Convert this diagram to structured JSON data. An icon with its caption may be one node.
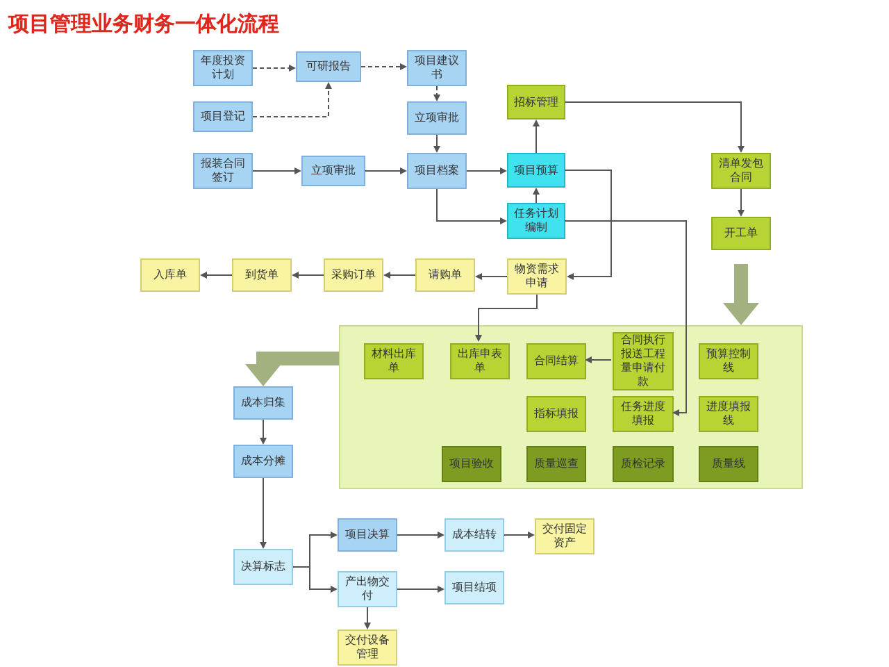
{
  "diagram": {
    "title": "项目管理业务财务一体化流程",
    "nodes": [
      {
        "text": [
          "年度投资计划"
        ]
      },
      {
        "text": [
          "可研报告"
        ]
      },
      {
        "text": [
          "项目建议书"
        ]
      },
      {
        "text": [
          "项目登记"
        ]
      },
      {
        "text": [
          "立项审批"
        ]
      },
      {
        "text": [
          "报装合同签订"
        ]
      },
      {
        "text": [
          "立项审批"
        ]
      },
      {
        "text": [
          "项目档案"
        ]
      },
      {
        "text": [
          "招标管理"
        ]
      },
      {
        "text": [
          "项目预算"
        ]
      },
      {
        "text": [
          "任务计划编制"
        ]
      },
      {
        "text": [
          "清单发包合同"
        ]
      },
      {
        "text": [
          "开工单"
        ]
      },
      {
        "text": [
          "物资需求申请"
        ]
      },
      {
        "text": [
          "请购单"
        ]
      },
      {
        "text": [
          "采购订单"
        ]
      },
      {
        "text": [
          "到货单"
        ]
      },
      {
        "text": [
          "入库单"
        ]
      },
      {
        "text": [],
        "shape": "box"
      },
      {
        "text": [
          "材料出库单"
        ],
        "in": 18
      },
      {
        "text": [
          "出库申表单"
        ],
        "in": 18
      },
      {
        "text": [
          "合同结算"
        ],
        "in": 18
      },
      {
        "text": [
          "合同执行报送工程量申请付款"
        ],
        "in": 18
      },
      {
        "text": [
          "预算控制线"
        ],
        "in": 18
      },
      {
        "text": [
          "指标填报"
        ],
        "in": 18
      },
      {
        "text": [
          "任务进度填报"
        ],
        "in": 18
      },
      {
        "text": [
          "进度填报线"
        ],
        "in": 18
      },
      {
        "text": [
          "项目验收"
        ],
        "in": 18
      },
      {
        "text": [
          "质量巡查"
        ],
        "in": 18
      },
      {
        "text": [
          "质检记录"
        ],
        "in": 18
      },
      {
        "text": [
          "质量线"
        ],
        "in": 18
      },
      {
        "text": [
          "成本归集"
        ]
      },
      {
        "text": [
          "成本分摊"
        ]
      },
      {
        "text": [
          "决算标志"
        ]
      },
      {
        "text": [
          "项目决算"
        ]
      },
      {
        "text": [
          "成本结转"
        ]
      },
      {
        "text": [
          "交付固定资产"
        ]
      },
      {
        "text": [
          "产出物交付"
        ]
      },
      {
        "text": [
          "项目结项"
        ]
      },
      {
        "text": [
          "交付设备管理"
        ]
      }
    ],
    "edges": [
      {
        "from": 0,
        "to": 1,
        "arrow": "to",
        "style": "dashed"
      },
      {
        "from": 1,
        "to": 2,
        "arrow": "to",
        "style": "dashed"
      },
      {
        "from": 3,
        "to": 1,
        "arrow": "to",
        "style": "dashed"
      },
      {
        "from": 2,
        "to": 4,
        "arrow": "to",
        "style": "dashed"
      },
      {
        "from": 4,
        "to": 7,
        "arrow": "to"
      },
      {
        "from": 5,
        "to": 6,
        "arrow": "to"
      },
      {
        "from": 6,
        "to": 7,
        "arrow": "to"
      },
      {
        "from": 7,
        "to": 9,
        "arrow": "to"
      },
      {
        "from": 7,
        "to": 10,
        "arrow": "to"
      },
      {
        "from": 10,
        "to": 9,
        "arrow": "to"
      },
      {
        "from": 9,
        "to": 8,
        "arrow": "to"
      },
      {
        "from": 8,
        "to": 11,
        "arrow": "to"
      },
      {
        "from": 11,
        "to": 12,
        "arrow": "to"
      },
      {
        "from": 9,
        "to": 13,
        "arrow": "to"
      },
      {
        "from": 10,
        "to": 25,
        "arrow": "to"
      },
      {
        "from": 13,
        "to": 14,
        "arrow": "to"
      },
      {
        "from": 14,
        "to": 15,
        "arrow": "to"
      },
      {
        "from": 15,
        "to": 16,
        "arrow": "to"
      },
      {
        "from": 16,
        "to": 17,
        "arrow": "to"
      },
      {
        "from": 13,
        "to": 20,
        "arrow": "to"
      },
      {
        "from": 22,
        "to": 21,
        "arrow": "to"
      },
      {
        "from": 12,
        "to": 18,
        "arrow": "to",
        "style": "thick",
        "color": "#a3b07f"
      },
      {
        "from": 18,
        "to": 31,
        "arrow": "to",
        "style": "thick",
        "color": "#a3b07f"
      },
      {
        "from": 31,
        "to": 32,
        "arrow": "to"
      },
      {
        "from": 32,
        "to": 33,
        "arrow": "to"
      },
      {
        "from": 33,
        "to": 34,
        "arrow": "to"
      },
      {
        "from": 33,
        "to": 37,
        "arrow": "to"
      },
      {
        "from": 34,
        "to": 35,
        "arrow": "to"
      },
      {
        "from": 35,
        "to": 36,
        "arrow": "to"
      },
      {
        "from": 37,
        "to": 38,
        "arrow": "to"
      },
      {
        "from": 37,
        "to": 39,
        "arrow": "to"
      }
    ]
  }
}
